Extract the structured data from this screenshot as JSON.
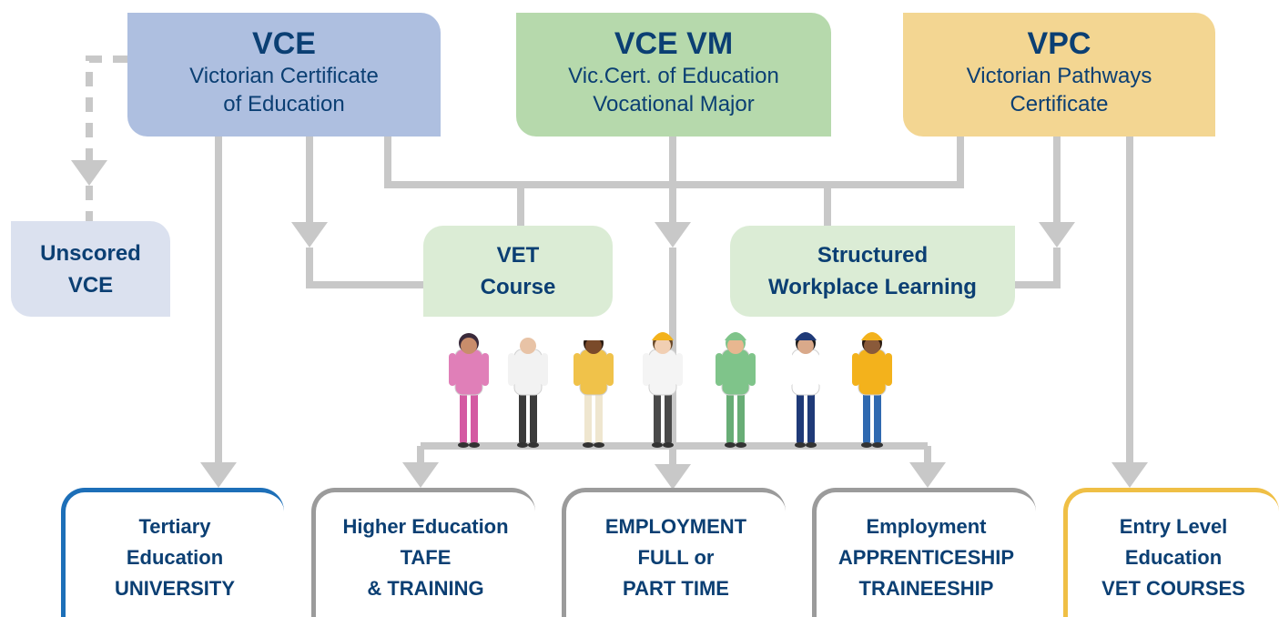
{
  "colors": {
    "vce": "#aebfe0",
    "vcevm": "#b6d9ac",
    "vpc": "#f3d692",
    "unscored": "#dbe1ef",
    "mid_box": "#dbecd5",
    "connector": "#c8c8c8",
    "text": "#0b3f73",
    "out_blue": "#1d6fb8",
    "out_gray": "#9b9b9b",
    "out_gold": "#efbf45"
  },
  "certificates": [
    {
      "title": "VCE",
      "subtitle_lines": [
        "Victorian Certificate",
        "of Education"
      ]
    },
    {
      "title": "VCE VM",
      "subtitle_lines": [
        "Vic.Cert. of Education",
        "Vocational Major"
      ]
    },
    {
      "title": "VPC",
      "subtitle_lines": [
        "Victorian Pathways",
        "Certificate"
      ]
    }
  ],
  "intermediate": [
    {
      "lines": [
        "Unscored",
        "VCE"
      ]
    },
    {
      "lines": [
        "VET",
        "Course"
      ]
    },
    {
      "lines": [
        "Structured",
        "Workplace Learning"
      ]
    }
  ],
  "outcomes": [
    {
      "lines": [
        "Tertiary",
        "Education",
        "UNIVERSITY"
      ]
    },
    {
      "lines": [
        "Higher Education",
        "TAFE",
        "& TRAINING"
      ]
    },
    {
      "lines": [
        "EMPLOYMENT",
        "FULL or",
        "PART TIME"
      ]
    },
    {
      "lines": [
        "Employment",
        "APPRENTICESHIP",
        "TRAINEESHIP"
      ]
    },
    {
      "lines": [
        "Entry Level",
        "Education",
        "VET COURSES"
      ]
    }
  ],
  "workers": [
    {
      "role": "nurse",
      "shirt": "#e07fb8",
      "pants": "#d45aa2",
      "skin": "#c98d6b",
      "hair": "#3a2a3a",
      "hat": ""
    },
    {
      "role": "scientist",
      "shirt": "#f2f2f2",
      "pants": "#3b3b3b",
      "skin": "#e8c3a6",
      "hair": "#ffffff",
      "hat": ""
    },
    {
      "role": "chef",
      "shirt": "#f0c24a",
      "pants": "#efe6cf",
      "skin": "#7a4a2a",
      "hair": "#2a1a10",
      "hat": "#ffffff"
    },
    {
      "role": "engineer",
      "shirt": "#f4f4f4",
      "pants": "#4a4a4a",
      "skin": "#f1cfb3",
      "hair": "#6a4a2a",
      "hat": "#f3b21c"
    },
    {
      "role": "surgeon",
      "shirt": "#7fc48a",
      "pants": "#68ad76",
      "skin": "#e8b790",
      "hair": "#7fc48a",
      "hat": "#7fc48a"
    },
    {
      "role": "police",
      "shirt": "#ffffff",
      "pants": "#1f3a78",
      "skin": "#d9a98a",
      "hair": "#1a1a1a",
      "hat": "#1f3a78"
    },
    {
      "role": "tradie",
      "shirt": "#f3b21c",
      "pants": "#2f69b0",
      "skin": "#8a5a3a",
      "hair": "#2a1a10",
      "hat": "#f3b21c"
    }
  ]
}
